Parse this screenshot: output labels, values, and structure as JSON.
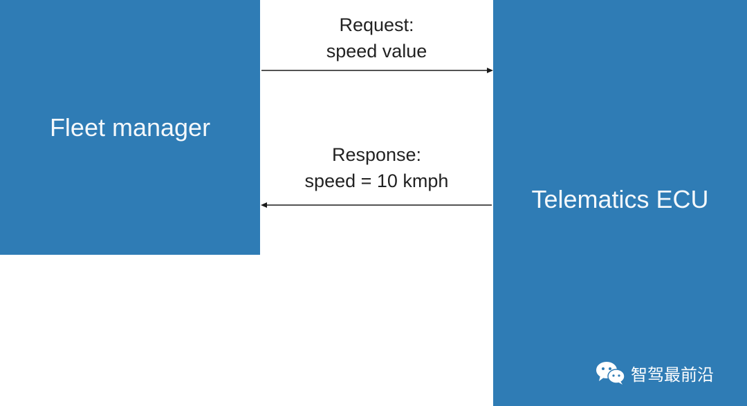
{
  "nodes": {
    "fleet_manager": "Fleet manager",
    "telematics_ecu": "Telematics ECU"
  },
  "messages": {
    "request": {
      "line1": "Request:",
      "line2": "speed value"
    },
    "response": {
      "line1": "Response:",
      "line2": "speed = 10 kmph"
    }
  },
  "watermark": {
    "icon": "wechat-icon",
    "text": "智驾最前沿"
  },
  "colors": {
    "box_fill": "#2f7cb5",
    "arrow": "#1a1a1a"
  }
}
